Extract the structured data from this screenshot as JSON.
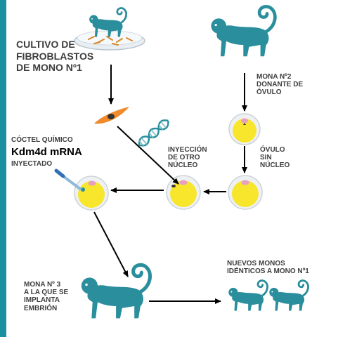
{
  "labels": {
    "cultivo": "CULTIVO DE\nFIBROBLASTOS\nDE MONO Nº1",
    "mona2": "MONA Nº2\nDONANTE DE\nÓVULO",
    "coctel": "CÓCTEL QUÍMICO",
    "kdm": "Kdm4d  mRNA",
    "inyectado": "INYECTADO",
    "inyeccion": "INYECCIÓN\nDE OTRO\nNÚCLEO",
    "ovulo": "ÓVULO\nSIN\nNÚCLEO",
    "mona3": "MONA Nº 3\nA LA QUE SE\nIMPLANTA\nEMBRIÓN",
    "nuevos": "NUEVOS MONOS\nIDÉNTICOS A MONO Nº1"
  },
  "colors": {
    "teal": "#2a8e9c",
    "yellow": "#f7e62c",
    "orange": "#f08a2a",
    "pink": "#e8a0c0",
    "text": "#3d3d3d",
    "arrow": "#000000"
  },
  "icons": [
    "monkey-icon",
    "petri-dish-icon",
    "dna-icon",
    "fibroblast-cell-icon",
    "egg-cell-icon",
    "pipette-icon"
  ]
}
